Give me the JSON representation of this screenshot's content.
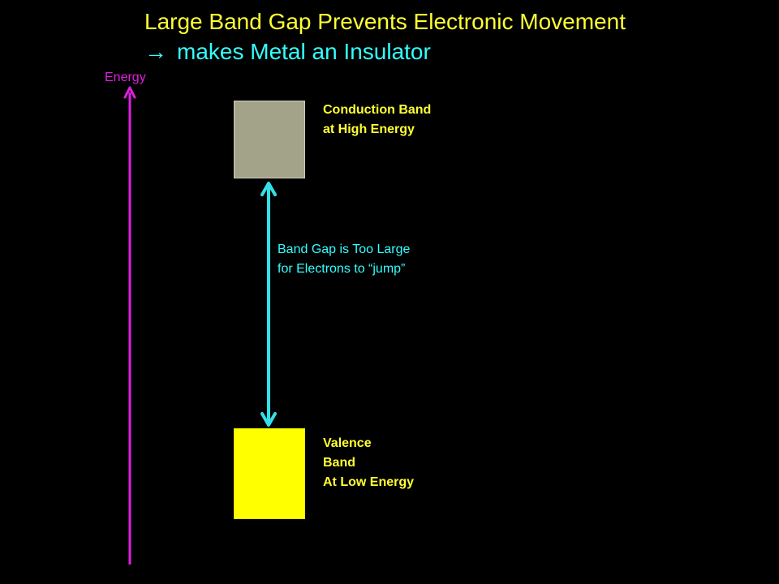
{
  "title": {
    "line1": "Large Band Gap Prevents Electronic Movement",
    "line2_arrow": "→",
    "line2": "makes Metal an Insulator"
  },
  "axis": {
    "label": "Energy",
    "color": "#e020e0"
  },
  "conduction_band": {
    "label_line1": "Conduction Band",
    "label_line2": "at High Energy",
    "color": "#a3a38a"
  },
  "band_gap": {
    "label_line1": "Band Gap is Too Large",
    "label_line2": "for Electrons to “jump”",
    "color": "#33ffff"
  },
  "valence_band": {
    "label_line1": "Valence",
    "label_line2": "Band",
    "label_line3": "At Low Energy",
    "color": "#ffff00"
  }
}
